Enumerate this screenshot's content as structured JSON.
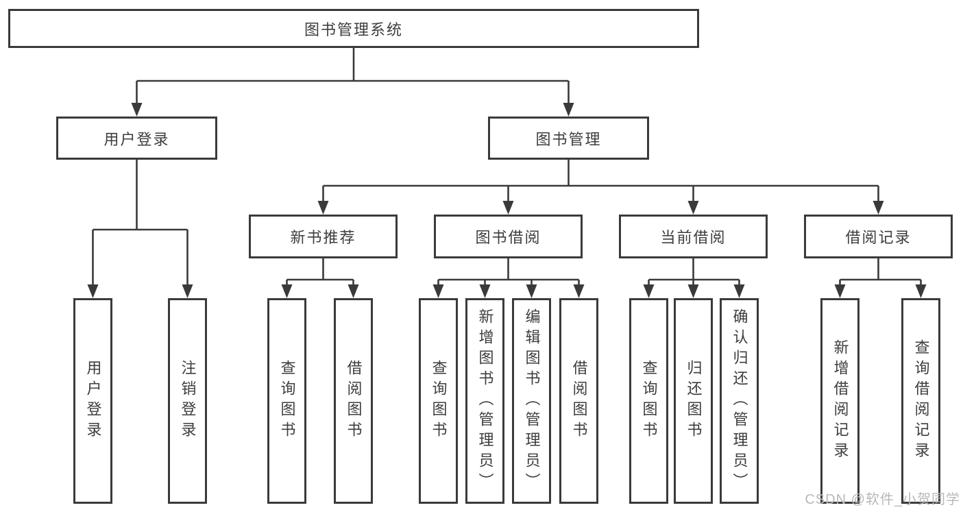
{
  "page": {
    "watermark": "CSDN @软件_小贺同学"
  },
  "colors": {
    "line": "#3a3a3a",
    "text": "#3d3d3d",
    "watermark": "#b8b8b8",
    "background": "#ffffff"
  },
  "nodes": {
    "root": "图书管理系统",
    "user_login": "用户登录",
    "book_mgmt": "图书管理",
    "new_book_rec": "新书推荐",
    "book_borrow": "图书借阅",
    "current_borrow": "当前借阅",
    "borrow_records": "借阅记录",
    "leaves": {
      "user_login": "用户登录",
      "logout": "注销登录",
      "rec_query_book": "查询图书",
      "rec_borrow_book": "借阅图书",
      "bb_query_book": "查询图书",
      "bb_add_book": "新增图书（管理员）",
      "bb_edit_book": "编辑图书（管理员）",
      "bb_borrow_book": "借阅图书",
      "cb_query_book": "查询图书",
      "cb_return_book": "归还图书",
      "cb_confirm_return": "确认归还（管理员）",
      "br_add_record": "新增借阅记录",
      "br_query_record": "查询借阅记录"
    }
  }
}
